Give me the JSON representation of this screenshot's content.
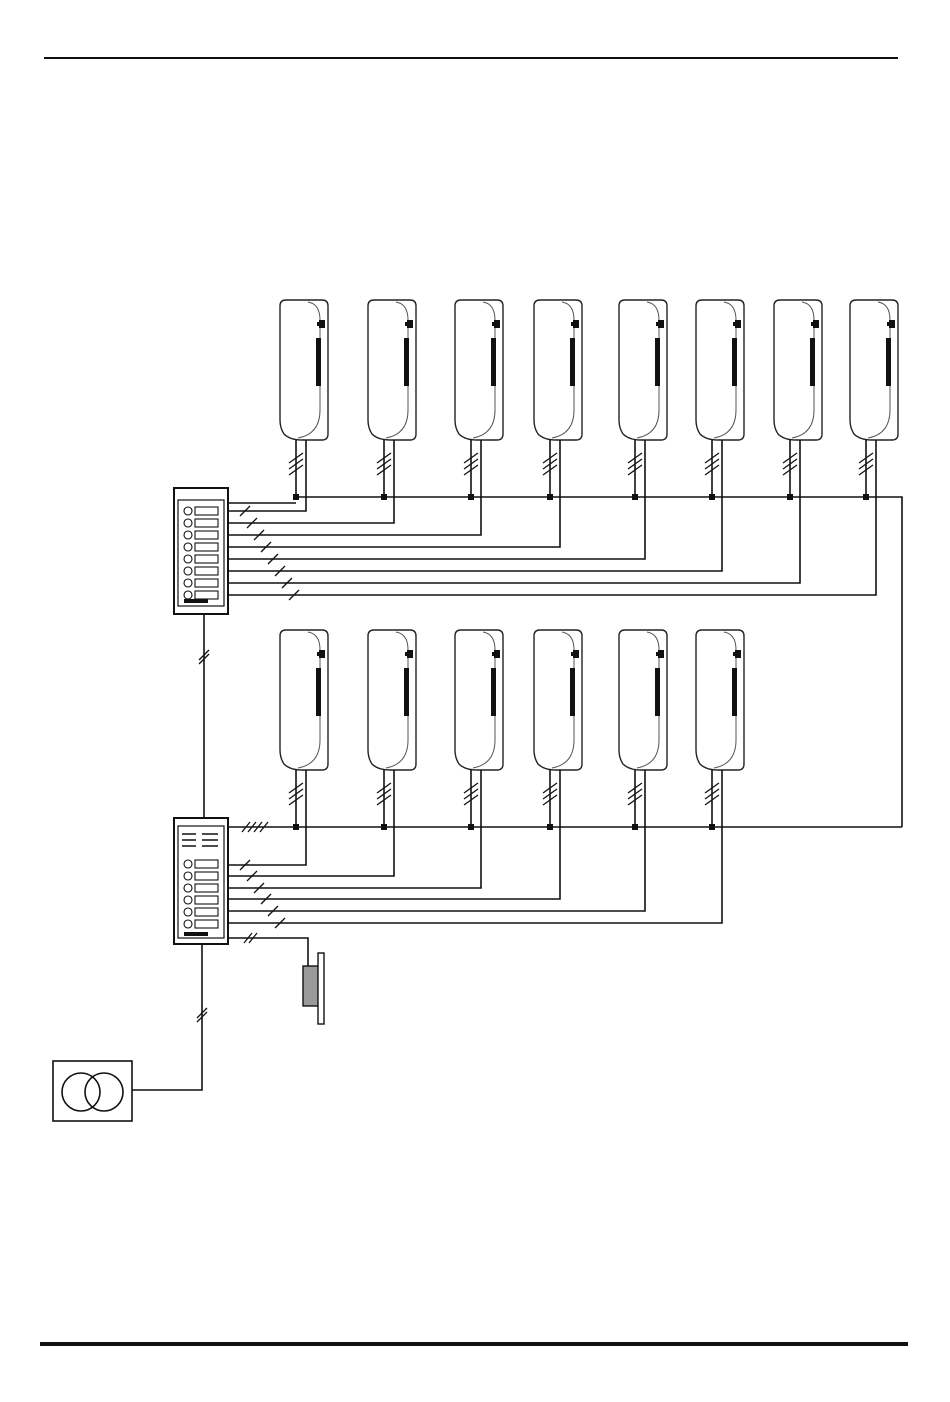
{
  "diagram": {
    "upper_riser": {
      "monitor_count": 8,
      "panel_button_count": 8
    },
    "lower_riser": {
      "monitor_count": 6,
      "panel_button_count": 6
    },
    "icons": {
      "monitor": "intercom-handset-icon",
      "panel": "door-panel-icon",
      "lock": "door-lock-icon",
      "transformer": "transformer-icon"
    },
    "colors": {
      "line": "#111111",
      "lock_body": "#999999",
      "background": "#ffffff"
    }
  }
}
